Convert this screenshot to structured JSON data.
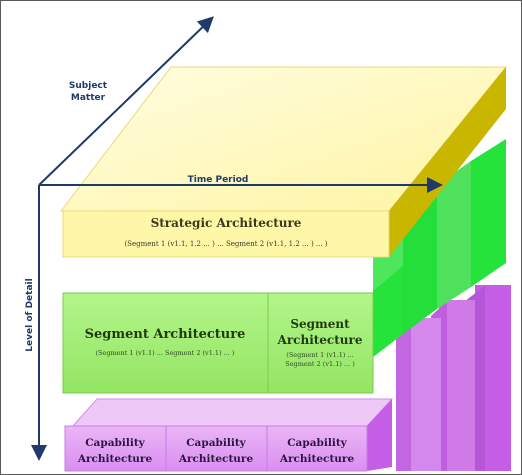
{
  "axes": {
    "subject_matter": [
      "Subject",
      "Matter"
    ],
    "time_period": "Time Period",
    "level_of_detail": "Level of Detail"
  },
  "strategic": {
    "title": "Strategic Architecture",
    "subtitle": "(Segment 1 (v1.1, 1.2 ... ) ... Segment 2 (v1.1, 1.2 ... ) ... )"
  },
  "segment_main": {
    "title": "Segment Architecture",
    "subtitle": "(Segment 1 (v1.1) ... Segment 2 (v1.1) ... )"
  },
  "segment_right": {
    "title_lines": [
      "Segment",
      "Architecture"
    ],
    "subtitle_lines": [
      "(Segment 1 (v1.1) ...",
      "Segment 2 (v1.1) ... )"
    ]
  },
  "capabilities": [
    {
      "line1": "Capability",
      "line2": "Architecture"
    },
    {
      "line1": "Capability",
      "line2": "Architecture"
    },
    {
      "line1": "Capability",
      "line2": "Architecture"
    }
  ],
  "colors": {
    "yellow_front": "#fff7a8",
    "yellow_top": "#fffac9",
    "yellow_side": "#c9b600",
    "green_front": "#9fed6e",
    "green_side": "#25e33b",
    "purple_front": "#e3a4f2",
    "purple_side": "#c55ee6",
    "axis": "#1f3a6b"
  }
}
